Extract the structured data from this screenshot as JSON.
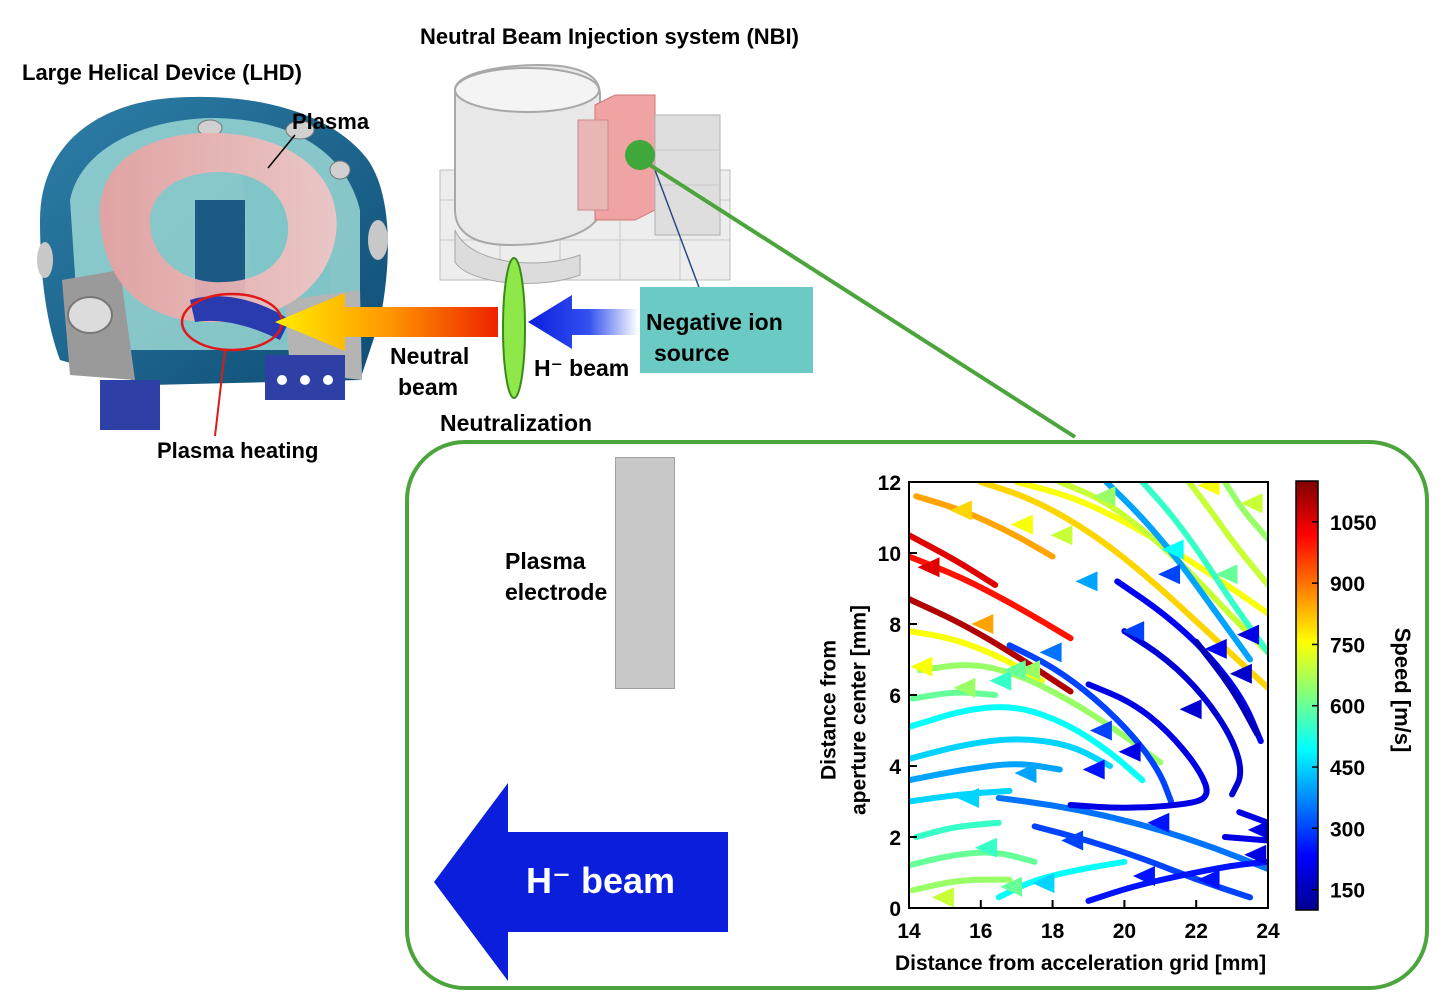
{
  "titles": {
    "lhd": "Large Helical Device (LHD)",
    "nbi": "Neutral Beam Injection system (NBI)"
  },
  "labels": {
    "plasma": "Plasma",
    "plasma_heating": "Plasma heating",
    "neutral_beam_l1": "Neutral",
    "neutral_beam_l2": "beam",
    "h_beam_small": "H⁻ beam",
    "neutralization": "Neutralization",
    "ion_source_l1": "Negative ion",
    "ion_source_l2": "source",
    "plasma_electrode_l1": "Plasma",
    "plasma_electrode_l2": "electrode",
    "h_beam_big": "H⁻ beam"
  },
  "colors": {
    "inset_border": "#4ca43c",
    "ion_source_box": "#6ccac4",
    "h_beam_arrow": "#0a1edc",
    "neutralizer": "#8ee84a",
    "electrode": "#c8c8c8",
    "heating_circle": "#e01818"
  },
  "chart_data": {
    "type": "streamline",
    "xlabel": "Distance from acceleration grid [mm]",
    "ylabel_l1": "Distance from",
    "ylabel_l2": "aperture center [mm]",
    "xlim": [
      14,
      24
    ],
    "ylim": [
      0,
      12
    ],
    "x_ticks": [
      14,
      16,
      18,
      20,
      22,
      24
    ],
    "y_ticks": [
      0,
      2,
      4,
      6,
      8,
      10,
      12
    ],
    "colorbar": {
      "label": "Speed [m/s]",
      "range": [
        100,
        1150
      ],
      "ticks": [
        150,
        300,
        450,
        600,
        750,
        900,
        1050
      ]
    },
    "streamlines": [
      {
        "speed": 1100,
        "points": [
          [
            14,
            8.7
          ],
          [
            15.5,
            8.0
          ],
          [
            17,
            7.1
          ],
          [
            18.5,
            6.1
          ]
        ]
      },
      {
        "speed": 1000,
        "points": [
          [
            14,
            9.9
          ],
          [
            15.5,
            9.3
          ],
          [
            17,
            8.5
          ],
          [
            18.5,
            7.6
          ]
        ]
      },
      {
        "speed": 1050,
        "points": [
          [
            14,
            10.5
          ],
          [
            15.3,
            9.8
          ],
          [
            16.4,
            9.1
          ]
        ]
      },
      {
        "speed": 800,
        "points": [
          [
            16,
            12
          ],
          [
            17.5,
            11.5
          ],
          [
            19.2,
            10.5
          ],
          [
            20.8,
            9.2
          ],
          [
            22.4,
            7.7
          ],
          [
            24,
            6.2
          ]
        ]
      },
      {
        "speed": 850,
        "points": [
          [
            14.2,
            11.6
          ],
          [
            15.5,
            11.2
          ],
          [
            16.8,
            10.6
          ],
          [
            18,
            9.9
          ]
        ]
      },
      {
        "speed": 750,
        "points": [
          [
            17,
            12
          ],
          [
            18.5,
            11.6
          ],
          [
            20,
            10.9
          ],
          [
            21.5,
            10
          ],
          [
            23,
            9
          ],
          [
            24,
            8.3
          ]
        ]
      },
      {
        "speed": 700,
        "points": [
          [
            18.2,
            12
          ],
          [
            19.4,
            11.5
          ],
          [
            20.6,
            10.6
          ],
          [
            21.8,
            9.5
          ],
          [
            23,
            8.2
          ],
          [
            24,
            7.2
          ]
        ]
      },
      {
        "speed": 750,
        "points": [
          [
            14,
            7.8
          ],
          [
            15.2,
            7.6
          ],
          [
            16.5,
            7.1
          ],
          [
            17.7,
            6.4
          ]
        ]
      },
      {
        "speed": 650,
        "points": [
          [
            14.3,
            6.7
          ],
          [
            15.7,
            6.9
          ],
          [
            17,
            6.6
          ],
          [
            18.4,
            5.9
          ],
          [
            19.8,
            5.0
          ],
          [
            21,
            4.1
          ]
        ]
      },
      {
        "speed": 600,
        "points": [
          [
            14.1,
            5.9
          ],
          [
            15.3,
            6.1
          ],
          [
            16.4,
            6.0
          ]
        ]
      },
      {
        "speed": 500,
        "points": [
          [
            14,
            5.1
          ],
          [
            15.6,
            5.6
          ],
          [
            17,
            5.7
          ],
          [
            18.4,
            5.2
          ],
          [
            19.6,
            4.4
          ],
          [
            20.5,
            3.6
          ]
        ]
      },
      {
        "speed": 450,
        "points": [
          [
            14,
            4.2
          ],
          [
            15.5,
            4.6
          ],
          [
            17,
            4.8
          ],
          [
            18.5,
            4.6
          ],
          [
            19.6,
            4.0
          ]
        ]
      },
      {
        "speed": 400,
        "points": [
          [
            14,
            3.6
          ],
          [
            15.5,
            3.9
          ],
          [
            17,
            4.1
          ],
          [
            18.2,
            3.9
          ]
        ]
      },
      {
        "speed": 450,
        "points": [
          [
            14,
            3.0
          ],
          [
            15.4,
            3.2
          ],
          [
            16.8,
            3.3
          ]
        ]
      },
      {
        "speed": 350,
        "points": [
          [
            16.5,
            3.1
          ],
          [
            18,
            2.9
          ],
          [
            19.5,
            2.6
          ],
          [
            21,
            2.2
          ],
          [
            22.5,
            1.7
          ],
          [
            24,
            1.1
          ]
        ]
      },
      {
        "speed": 300,
        "points": [
          [
            17.5,
            2.3
          ],
          [
            19,
            1.9
          ],
          [
            20.5,
            1.4
          ],
          [
            22,
            0.8
          ],
          [
            23.5,
            0.3
          ]
        ]
      },
      {
        "speed": 550,
        "points": [
          [
            14.2,
            2.0
          ],
          [
            15.3,
            2.3
          ],
          [
            16.5,
            2.4
          ]
        ]
      },
      {
        "speed": 600,
        "points": [
          [
            14,
            1.2
          ],
          [
            15.2,
            1.5
          ],
          [
            16.4,
            1.6
          ],
          [
            17.5,
            1.3
          ]
        ]
      },
      {
        "speed": 650,
        "points": [
          [
            14.1,
            0.5
          ],
          [
            15.4,
            0.8
          ],
          [
            16.8,
            0.8
          ]
        ]
      },
      {
        "speed": 500,
        "points": [
          [
            16.5,
            0.3
          ],
          [
            17.5,
            0.8
          ],
          [
            18.8,
            1.1
          ],
          [
            20,
            1.3
          ]
        ]
      },
      {
        "speed": 250,
        "points": [
          [
            19,
            0.2
          ],
          [
            20.2,
            0.6
          ],
          [
            21.5,
            0.9
          ],
          [
            23,
            1.2
          ],
          [
            24,
            1.3
          ]
        ]
      },
      {
        "speed": 400,
        "points": [
          [
            19.5,
            12
          ],
          [
            20.5,
            11
          ],
          [
            21.5,
            9.8
          ],
          [
            22.5,
            8.4
          ],
          [
            23.5,
            7
          ]
        ]
      },
      {
        "speed": 550,
        "points": [
          [
            20.5,
            12
          ],
          [
            21.3,
            11.1
          ],
          [
            22.1,
            10
          ],
          [
            23,
            8.6
          ],
          [
            24,
            7.2
          ]
        ]
      },
      {
        "speed": 700,
        "points": [
          [
            21.8,
            12
          ],
          [
            22.4,
            11.2
          ],
          [
            23.1,
            10.2
          ],
          [
            24,
            9.1
          ]
        ]
      },
      {
        "speed": 650,
        "points": [
          [
            22.8,
            12
          ],
          [
            23.3,
            11.2
          ],
          [
            24,
            10.4
          ]
        ]
      },
      {
        "speed": 300,
        "points": [
          [
            16.8,
            7.4
          ],
          [
            18,
            6.8
          ],
          [
            19.2,
            5.9
          ],
          [
            20.3,
            4.8
          ],
          [
            21,
            3.8
          ],
          [
            21.3,
            3
          ]
        ]
      },
      {
        "speed": 200,
        "points": [
          [
            19,
            6.3
          ],
          [
            20.2,
            5.8
          ],
          [
            21.2,
            5
          ],
          [
            22.1,
            3.9
          ],
          [
            22.4,
            3.1
          ],
          [
            21.6,
            2.9
          ],
          [
            20,
            2.8
          ],
          [
            18.5,
            2.9
          ]
        ]
      },
      {
        "speed": 180,
        "points": [
          [
            20,
            7.8
          ],
          [
            21.2,
            7
          ],
          [
            22.2,
            6
          ],
          [
            23,
            4.8
          ],
          [
            23.3,
            3.8
          ],
          [
            23,
            3.2
          ]
        ]
      },
      {
        "speed": 220,
        "points": [
          [
            19.8,
            9.2
          ],
          [
            21.1,
            8.3
          ],
          [
            22.3,
            7.2
          ],
          [
            23.3,
            5.9
          ],
          [
            23.8,
            4.7
          ]
        ]
      },
      {
        "speed": 150,
        "points": [
          [
            22,
            7.5
          ],
          [
            23,
            6.2
          ],
          [
            23.7,
            4.9
          ]
        ]
      },
      {
        "speed": 200,
        "points": [
          [
            23.2,
            2.7
          ],
          [
            24,
            2.4
          ]
        ]
      },
      {
        "speed": 200,
        "points": [
          [
            22.8,
            2.0
          ],
          [
            24,
            1.9
          ]
        ]
      }
    ],
    "arrows": [
      {
        "x": 14.6,
        "y": 9.6,
        "speed": 1050
      },
      {
        "x": 16.1,
        "y": 8.0,
        "speed": 850
      },
      {
        "x": 17.4,
        "y": 6.7,
        "speed": 650
      },
      {
        "x": 15.5,
        "y": 11.2,
        "speed": 800
      },
      {
        "x": 17.2,
        "y": 10.8,
        "speed": 750
      },
      {
        "x": 18.3,
        "y": 10.5,
        "speed": 700
      },
      {
        "x": 19.5,
        "y": 11.6,
        "speed": 650
      },
      {
        "x": 21.4,
        "y": 10.1,
        "speed": 500
      },
      {
        "x": 22.9,
        "y": 9.4,
        "speed": 600
      },
      {
        "x": 23.6,
        "y": 11.4,
        "speed": 700
      },
      {
        "x": 22.4,
        "y": 11.9,
        "speed": 750
      },
      {
        "x": 19.0,
        "y": 9.2,
        "speed": 400
      },
      {
        "x": 20.3,
        "y": 7.8,
        "speed": 300
      },
      {
        "x": 21.3,
        "y": 9.4,
        "speed": 300
      },
      {
        "x": 22.6,
        "y": 7.3,
        "speed": 220
      },
      {
        "x": 23.5,
        "y": 7.7,
        "speed": 200
      },
      {
        "x": 18.0,
        "y": 7.2,
        "speed": 350
      },
      {
        "x": 16.6,
        "y": 6.4,
        "speed": 550
      },
      {
        "x": 14.4,
        "y": 6.8,
        "speed": 750
      },
      {
        "x": 15.6,
        "y": 6.2,
        "speed": 650
      },
      {
        "x": 17.0,
        "y": 6.7,
        "speed": 600
      },
      {
        "x": 19.4,
        "y": 5.0,
        "speed": 300
      },
      {
        "x": 21.9,
        "y": 5.6,
        "speed": 180
      },
      {
        "x": 23.3,
        "y": 6.6,
        "speed": 170
      },
      {
        "x": 20.2,
        "y": 4.4,
        "speed": 200
      },
      {
        "x": 19.2,
        "y": 3.9,
        "speed": 250
      },
      {
        "x": 17.3,
        "y": 3.8,
        "speed": 400
      },
      {
        "x": 15.7,
        "y": 3.1,
        "speed": 450
      },
      {
        "x": 18.6,
        "y": 1.9,
        "speed": 300
      },
      {
        "x": 21.0,
        "y": 2.4,
        "speed": 250
      },
      {
        "x": 20.6,
        "y": 0.9,
        "speed": 250
      },
      {
        "x": 22.4,
        "y": 0.8,
        "speed": 250
      },
      {
        "x": 23.7,
        "y": 1.5,
        "speed": 200
      },
      {
        "x": 23.8,
        "y": 2.2,
        "speed": 200
      },
      {
        "x": 16.2,
        "y": 1.7,
        "speed": 550
      },
      {
        "x": 16.9,
        "y": 0.6,
        "speed": 600
      },
      {
        "x": 17.8,
        "y": 0.7,
        "speed": 450
      },
      {
        "x": 15.0,
        "y": 0.3,
        "speed": 700
      }
    ]
  }
}
